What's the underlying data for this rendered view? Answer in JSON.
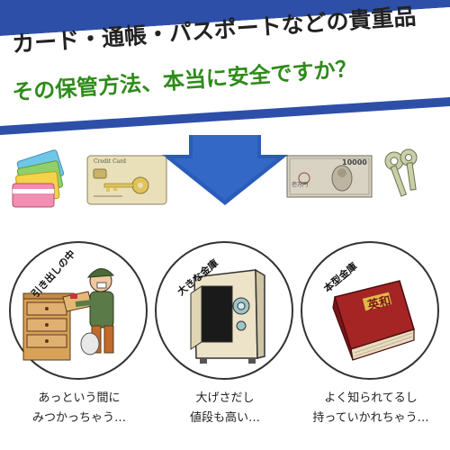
{
  "headline": {
    "line1": "カード・通帳・パスポートなどの貴重品",
    "line2": "その保管方法、本当に安全ですか？"
  },
  "items": {
    "credit_card_text": "Credit Card",
    "banknote_text": "壱万円",
    "banknote_number": "10000"
  },
  "scenarios": [
    {
      "label": "引き出しの中",
      "caption_line1": "あっという間に",
      "caption_line2": "みつかっちゃう…"
    },
    {
      "label": "大きな金庫",
      "caption_line1": "大げさだし",
      "caption_line2": "値段も高い…"
    },
    {
      "label": "本型金庫",
      "book_title": "英和",
      "caption_line1": "よく知られてるし",
      "caption_line2": "持っていかれちゃう…"
    }
  ],
  "colors": {
    "banner_blue": "#2d4fa8",
    "headline_green": "#2e8b1a",
    "arrow_blue": "#2a5cb8",
    "book_red": "#9b1c1c"
  }
}
